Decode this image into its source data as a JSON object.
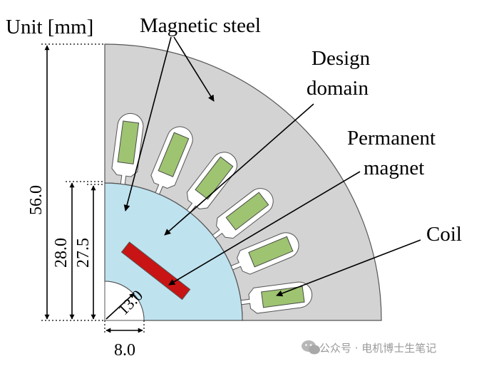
{
  "diagram": {
    "unit_label": "Unit [mm]",
    "labels": {
      "magnetic_steel": "Magnetic steel",
      "design_domain_line1": "Design",
      "design_domain_line2": "domain",
      "permanent_magnet_line1": "Permanent",
      "permanent_magnet_line2": "magnet",
      "coil": "Coil"
    },
    "dimensions": {
      "outer_radius": "56.0",
      "rotor_outer_radius": "28.0",
      "rotor_inner_radius": "27.5",
      "shaft_radius": "8.0",
      "magnet_angle": "13.0"
    },
    "colors": {
      "stator": "#d3d3d3",
      "rotor": "#bfe2ef",
      "magnet": "#c81414",
      "coil": "#9ec471",
      "slot": "#ffffff"
    },
    "slot_count": 6
  },
  "watermark": {
    "text": "公众号 · 电机博士生笔记",
    "icon": "wechat-icon"
  }
}
